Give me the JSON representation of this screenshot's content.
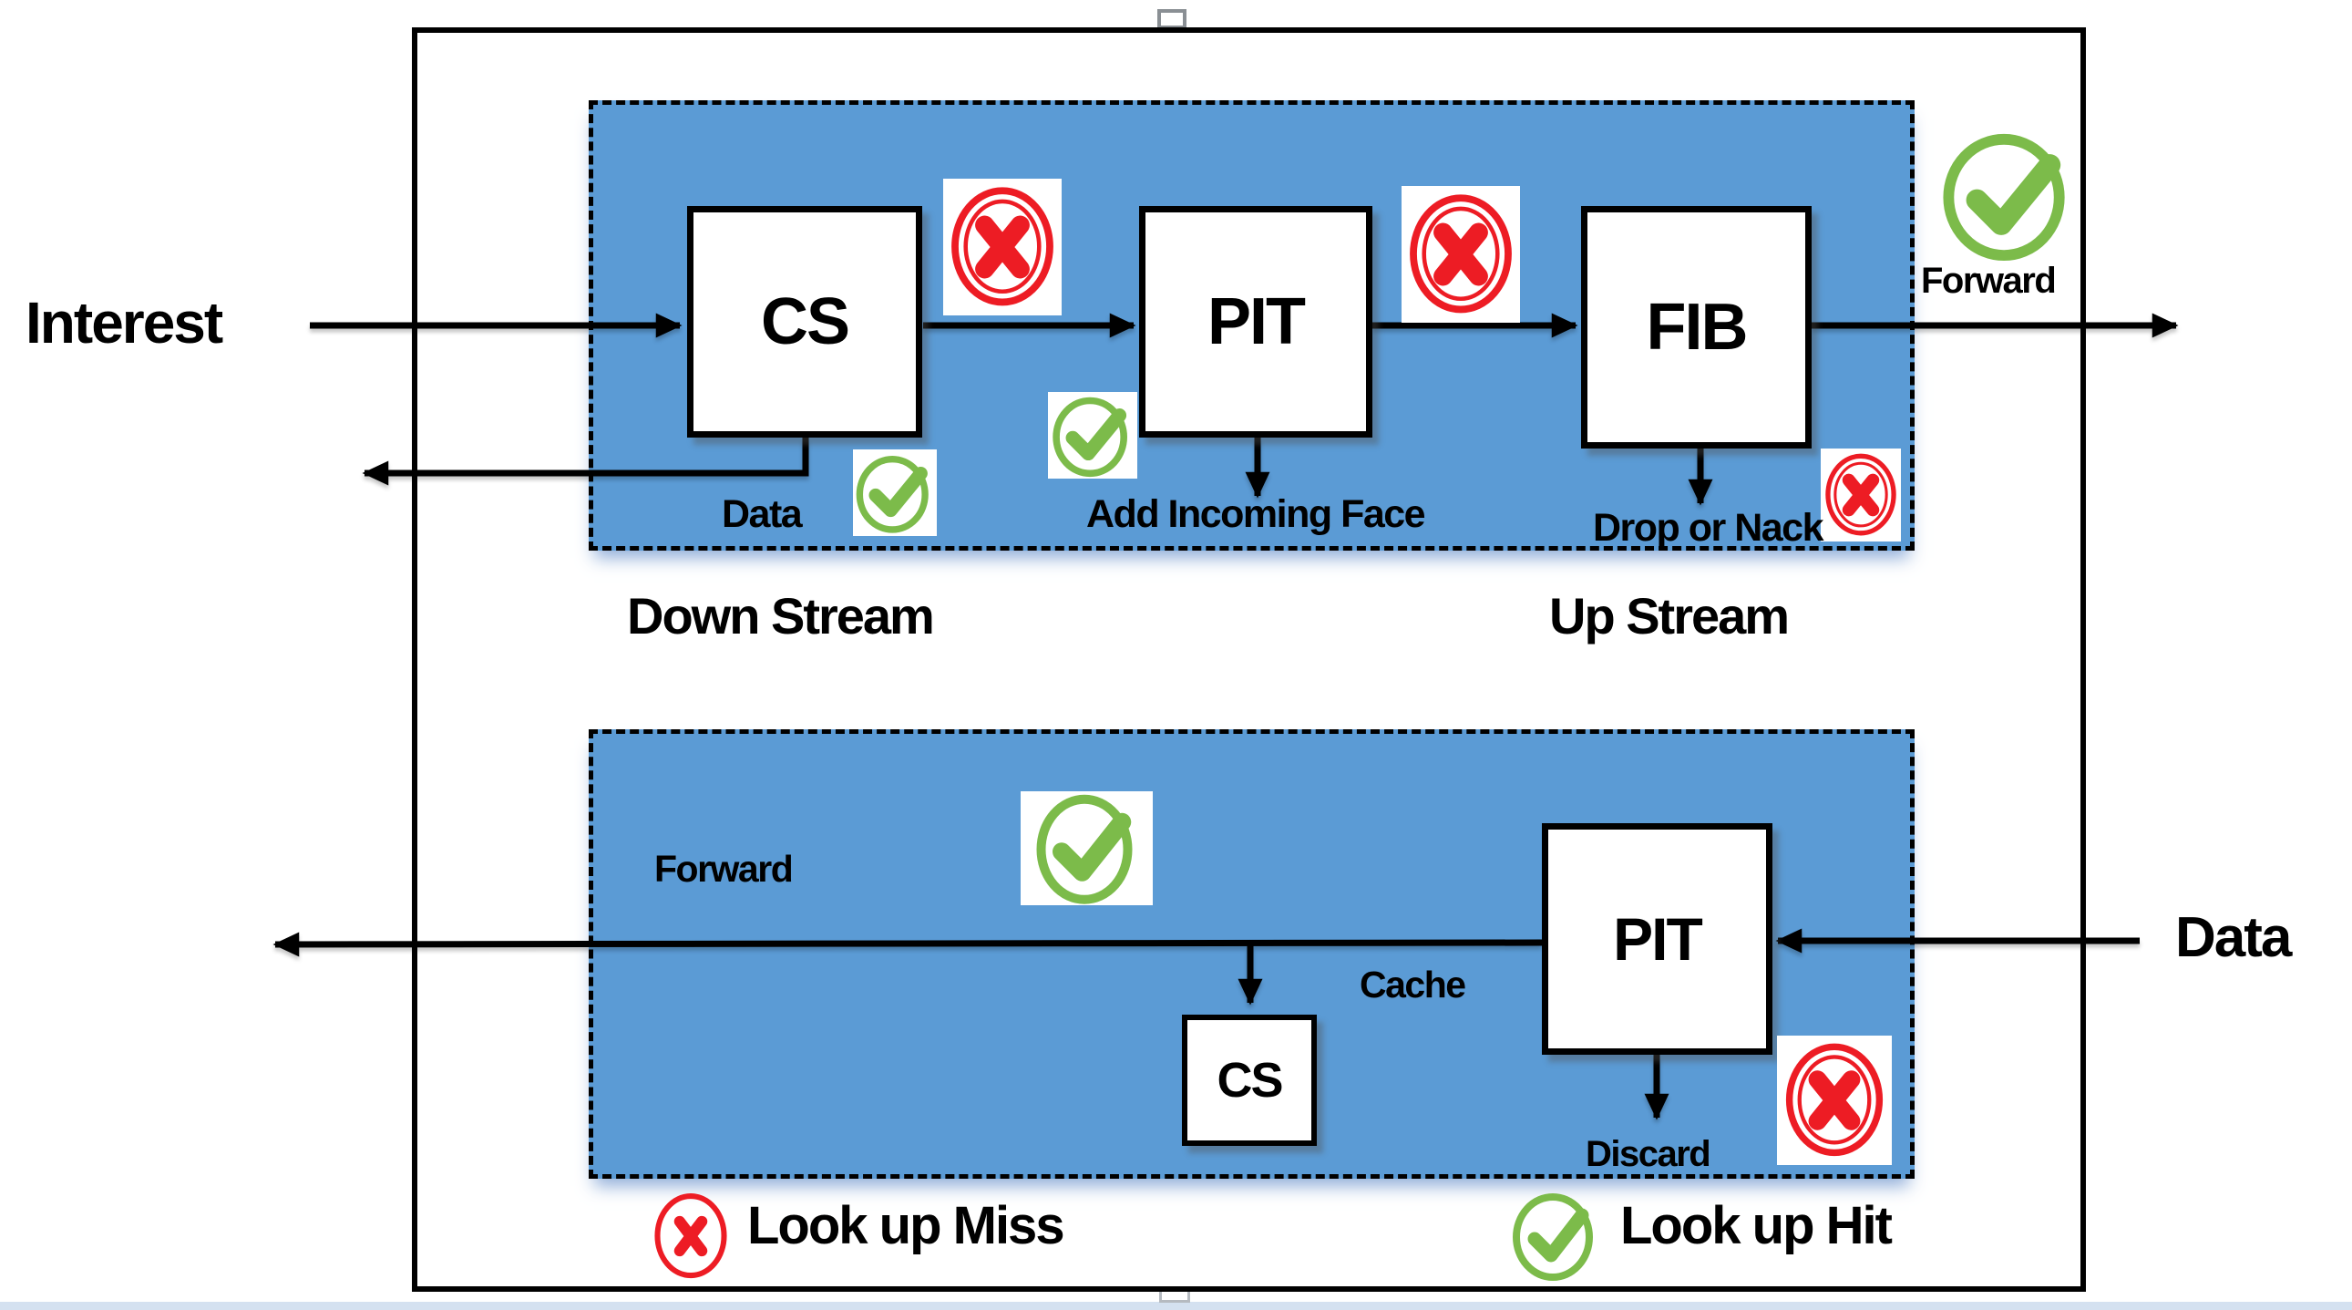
{
  "diagram": {
    "inputs": {
      "interest": "Interest",
      "data": "Data"
    },
    "top_stream": {
      "nodes": [
        {
          "label": "CS"
        },
        {
          "label": "PIT"
        },
        {
          "label": "FIB"
        }
      ],
      "annotations": {
        "data": "Data",
        "add_incoming_face": "Add Incoming Face",
        "drop_or_nack": "Drop or Nack",
        "forward": "Forward"
      },
      "regions": {
        "down": "Down Stream",
        "up": "Up Stream"
      }
    },
    "bottom_stream": {
      "nodes": [
        {
          "label": "PIT"
        },
        {
          "label": "CS"
        }
      ],
      "annotations": {
        "forward": "Forward",
        "cache": "Cache",
        "discard": "Discard"
      }
    },
    "legend": [
      {
        "icon": "lookup-miss-icon",
        "label": "Look up Miss"
      },
      {
        "icon": "lookup-hit-icon",
        "label": "Look up Hit"
      }
    ]
  },
  "colors": {
    "panel_blue": "#5B9BD5",
    "hit_green": "#7CBB4A",
    "miss_red": "#ED1C24",
    "line_black": "#000000"
  }
}
